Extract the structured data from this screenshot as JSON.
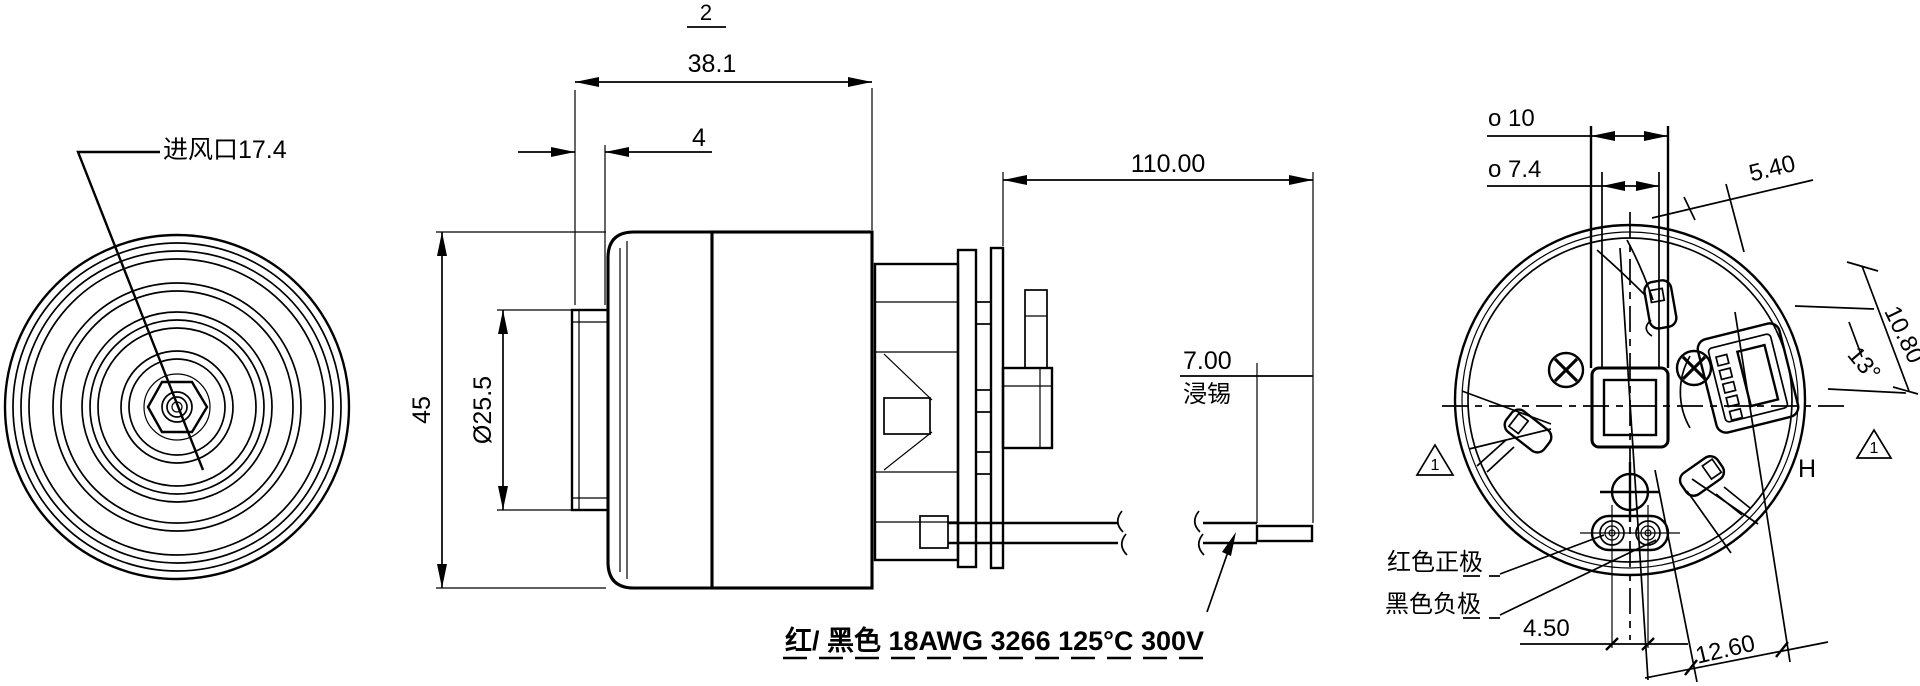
{
  "sheet": {
    "figure_label": "2"
  },
  "front_view": {
    "inlet_label": "进风口17.4"
  },
  "side_view": {
    "dim_total_length": "38.1",
    "dim_neck_length": "4",
    "dim_body_diameter": "45",
    "dim_inlet_diameter": "Ø25.5",
    "dim_lead_length": "110.00",
    "dim_tin_length": "7.00",
    "tin_label": "浸锡",
    "lead_spec": "红/ 黑色 18AWG 3266 125°C 300V"
  },
  "rear_view": {
    "dim_channel_outer": "o 10",
    "dim_channel_inner": "o 7.4",
    "dim_tab_width": "5.40",
    "dim_connector_height": "10.80",
    "dim_connector_angle": "13°",
    "datum_h": "H",
    "flag_note": "1",
    "label_red_positive": "红色正极",
    "label_black_negative": "黑色负极",
    "dim_terminal_pitch": "4.50",
    "dim_connector_offset": "12.60"
  }
}
